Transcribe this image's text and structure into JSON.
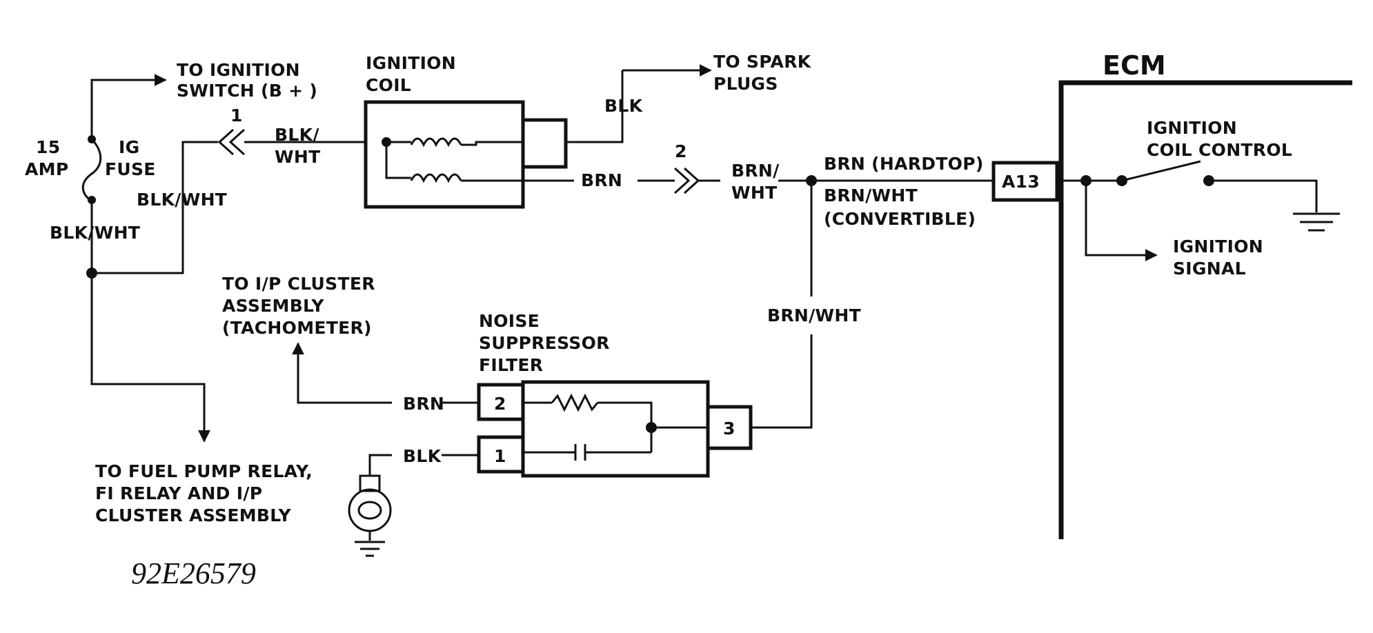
{
  "labels": {
    "to_ignition_switch": [
      "TO IGNITION",
      "SWITCH (B + )"
    ],
    "fuse_amp": [
      "15",
      "AMP"
    ],
    "fuse_name": [
      "IG",
      "FUSE"
    ],
    "blk_wht_left": "BLK/WHT",
    "blk_wht_fuse": "BLK/WHT",
    "conn1_num": "1",
    "blk_wht_coil": [
      "BLK/",
      "WHT"
    ],
    "ignition_coil": [
      "IGNITION",
      "COIL"
    ],
    "blk_top": "BLK",
    "to_spark_plugs": [
      "TO SPARK",
      "PLUGS"
    ],
    "brn_coil": "BRN",
    "conn2_num": "2",
    "brn_wht_splice": [
      "BRN/",
      "WHT"
    ],
    "brn_hardtop": "BRN (HARDTOP)",
    "brn_wht_convertible": [
      "BRN/WHT",
      "(CONVERTIBLE)"
    ],
    "ecm": "ECM",
    "a13": "A13",
    "ignition_coil_control": [
      "IGNITION",
      "COIL CONTROL"
    ],
    "ignition_signal": [
      "IGNITION",
      "SIGNAL"
    ],
    "to_ip_cluster": [
      "TO I/P CLUSTER",
      "ASSEMBLY",
      "(TACHOMETER)"
    ],
    "noise_suppressor": [
      "NOISE",
      "SUPPRESSOR",
      "FILTER"
    ],
    "brn_wht_vertical": "BRN/WHT",
    "brn_filter": "BRN",
    "blk_filter": "BLK",
    "pin2": "2",
    "pin1": "1",
    "pin3": "3",
    "to_fuel_pump": [
      "TO FUEL PUMP RELAY,",
      "FI RELAY AND I/P",
      "CLUSTER ASSEMBLY"
    ],
    "figure_id": "92E26579"
  }
}
